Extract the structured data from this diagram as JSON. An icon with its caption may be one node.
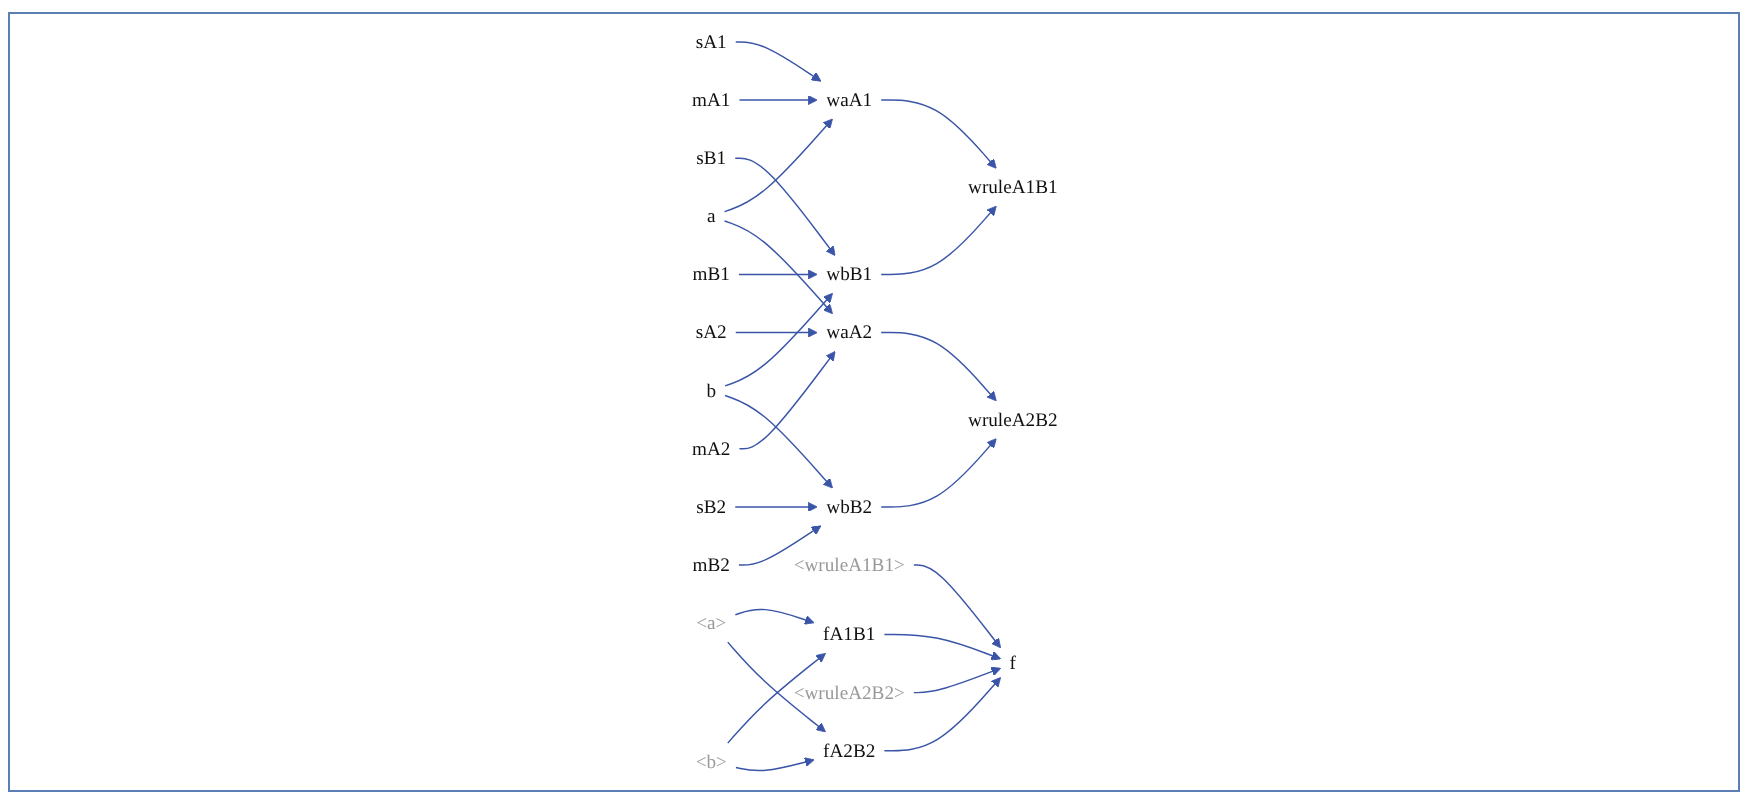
{
  "diagram": {
    "nodes": [
      {
        "text": [
          "sA1"
        ]
      },
      {
        "text": [
          "mA1"
        ]
      },
      {
        "text": [
          "sA2"
        ]
      },
      {
        "text": [
          "mA2"
        ]
      },
      {
        "text": [
          "a"
        ]
      },
      {
        "text": [
          "waA1"
        ]
      },
      {
        "text": [
          "waA2"
        ]
      },
      {
        "text": [
          "wruleA1B1"
        ]
      },
      {
        "text": [
          "wruleA2B2"
        ]
      },
      {
        "text": [
          "b"
        ]
      },
      {
        "text": [
          "wbB1"
        ]
      },
      {
        "text": [
          "wbB2"
        ]
      },
      {
        "text": [
          "sB1"
        ]
      },
      {
        "text": [
          "mB1"
        ]
      },
      {
        "text": [
          "sB2"
        ]
      },
      {
        "text": [
          "mB2"
        ]
      },
      {
        "text": [
          "<wruleA1B1>"
        ]
      },
      {
        "text": [
          "fA1B1"
        ]
      },
      {
        "text": [
          "<a>"
        ]
      },
      {
        "text": [
          "f"
        ]
      },
      {
        "text": [
          "<b>"
        ]
      },
      {
        "text": [
          "<wruleA2B2>"
        ]
      },
      {
        "text": [
          "fA2B2"
        ]
      }
    ],
    "edges": [
      {
        "from": 0,
        "to": 5,
        "arrow": "to"
      },
      {
        "from": 1,
        "to": 5,
        "arrow": "to"
      },
      {
        "from": 2,
        "to": 6,
        "arrow": "to"
      },
      {
        "from": 3,
        "to": 6,
        "arrow": "to"
      },
      {
        "from": 4,
        "to": 5,
        "arrow": "to"
      },
      {
        "from": 4,
        "to": 6,
        "arrow": "to"
      },
      {
        "from": 5,
        "to": 7,
        "arrow": "to"
      },
      {
        "from": 6,
        "to": 8,
        "arrow": "to"
      },
      {
        "from": 9,
        "to": 10,
        "arrow": "to"
      },
      {
        "from": 9,
        "to": 11,
        "arrow": "to"
      },
      {
        "from": 10,
        "to": 7,
        "arrow": "to"
      },
      {
        "from": 11,
        "to": 8,
        "arrow": "to"
      },
      {
        "from": 12,
        "to": 10,
        "arrow": "to"
      },
      {
        "from": 13,
        "to": 10,
        "arrow": "to"
      },
      {
        "from": 14,
        "to": 11,
        "arrow": "to"
      },
      {
        "from": 15,
        "to": 11,
        "arrow": "to"
      },
      {
        "from": 18,
        "to": 17,
        "arrow": "to"
      },
      {
        "from": 18,
        "to": 22,
        "arrow": "to"
      },
      {
        "from": 20,
        "to": 17,
        "arrow": "to"
      },
      {
        "from": 20,
        "to": 22,
        "arrow": "to"
      },
      {
        "from": 17,
        "to": 19,
        "arrow": "to"
      },
      {
        "from": 16,
        "to": 19,
        "arrow": "to"
      },
      {
        "from": 21,
        "to": 19,
        "arrow": "to"
      },
      {
        "from": 22,
        "to": 19,
        "arrow": "to"
      }
    ]
  }
}
